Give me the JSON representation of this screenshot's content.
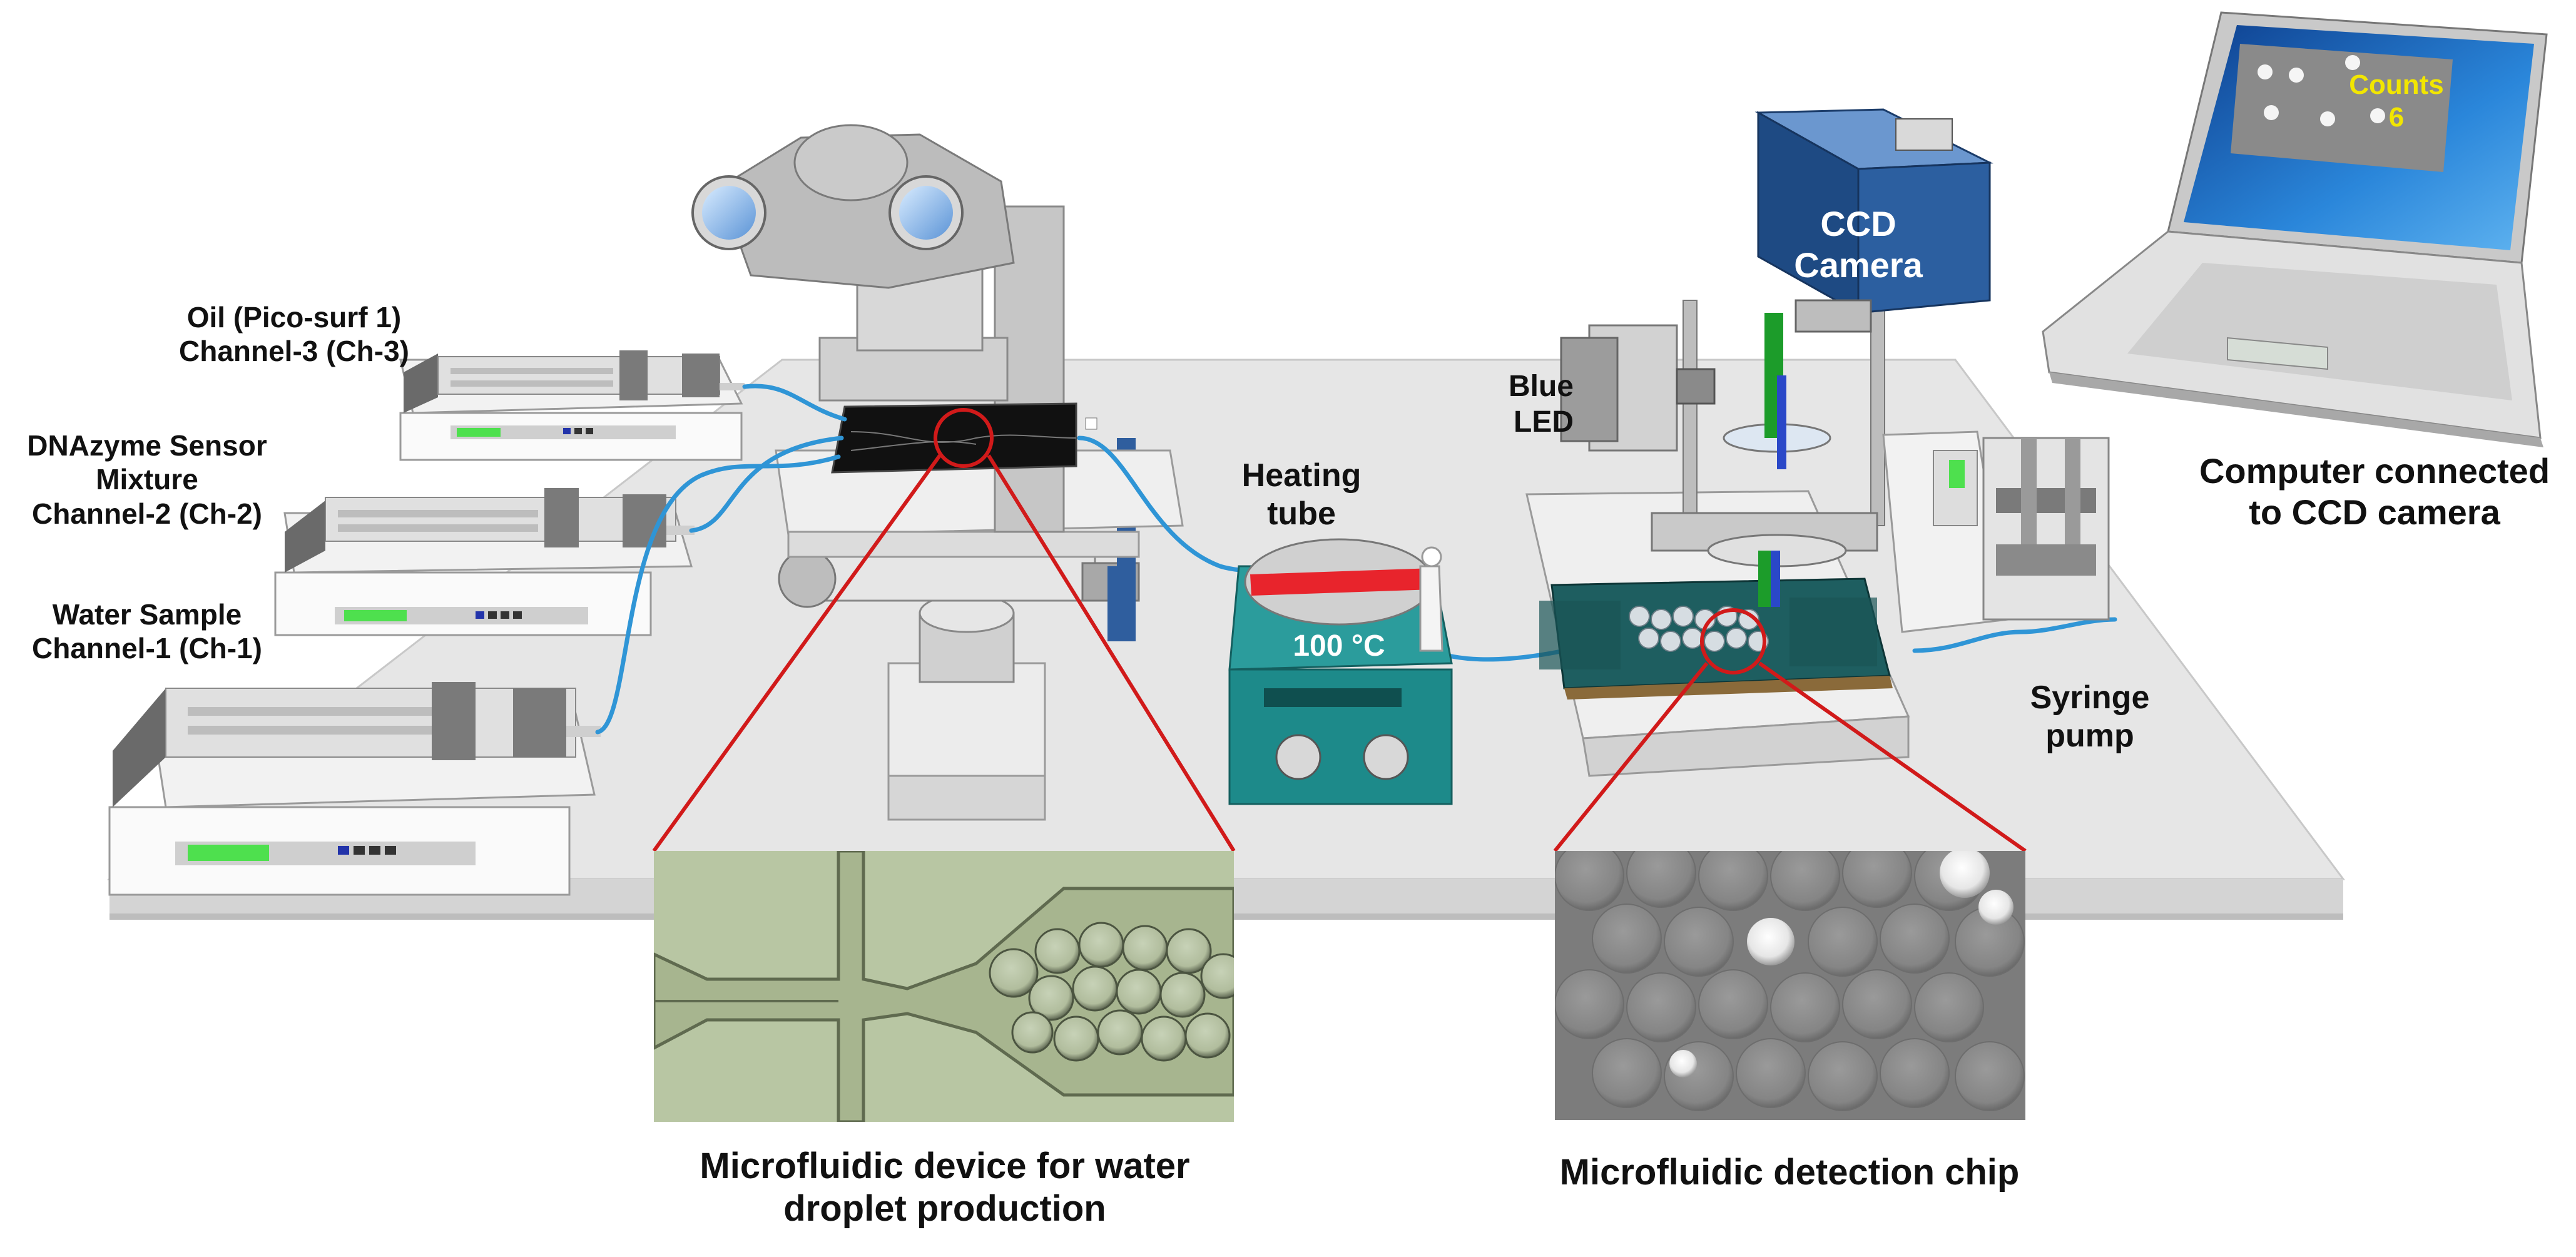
{
  "labels": {
    "oil_line1": "Oil (Pico-surf 1)",
    "oil_line2": "Channel-3 (Ch-3)",
    "dna_line1": "DNAzyme Sensor",
    "dna_line2": "Mixture",
    "dna_line3": "Channel-2 (Ch-2)",
    "water_line1": "Water Sample",
    "water_line2": "Channel-1 (Ch-1)",
    "heating_line1": "Heating",
    "heating_line2": "tube",
    "temperature": "100 °C",
    "blue_led_line1": "Blue",
    "blue_led_line2": "LED",
    "ccd_line1": "CCD",
    "ccd_line2": "Camera",
    "counts_word": "Counts",
    "counts_value": "6",
    "computer_line1": "Computer connected",
    "computer_line2": "to CCD camera",
    "syringe_line1": "Syringe",
    "syringe_line2": "pump",
    "device_caption_line1": "Microfluidic device for water",
    "device_caption_line2": "droplet production",
    "chip_caption": "Microfluidic detection chip"
  },
  "colors": {
    "table_top": "#e6e6e6",
    "table_edge": "#cfcfcf",
    "device_body": "#d8d8d8",
    "tubing": "#2f95d6",
    "zoom_lines": "#d11a1a",
    "heater_teal": "#1d8a8a",
    "camera_blue": "#2c5fa0",
    "chip_teal": "#1e5e60",
    "pump_display": "#4ee04e",
    "laptop_screen": "#1d6fc4",
    "micro_image_bg": "#b8c6a3",
    "chip_image_bg": "#8c8c8c",
    "text_yellow": "#f2e600"
  },
  "icons": {
    "syringe_pumps": "syringe-pump-icon",
    "microscope": "microscope-icon",
    "heater": "hot-plate-icon",
    "camera": "ccd-camera-icon",
    "laptop": "laptop-icon"
  }
}
